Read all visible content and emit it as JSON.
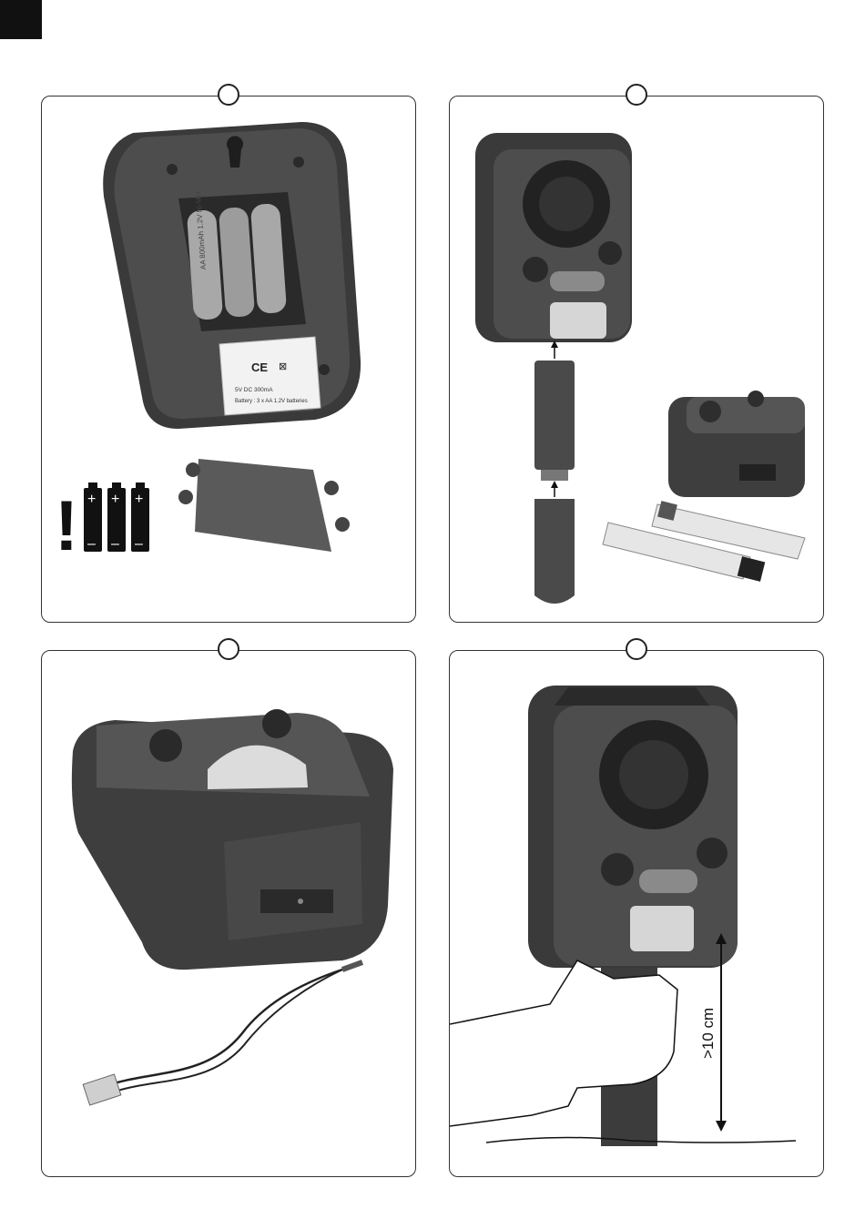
{
  "panels": [
    {
      "id": "battery-compartment"
    },
    {
      "id": "solar-battery-pack"
    },
    {
      "id": "usb-charging"
    },
    {
      "id": "ground-stake-mounting"
    }
  ],
  "device_label": {
    "ce_mark": "CE",
    "power_rating": "5V DC 300mA",
    "battery_spec": "Battery : 3 x AA 1.2V batteries"
  },
  "battery_text": "AA 800mAh 1.2V Ni-MH",
  "battery_warning": "!",
  "battery_plus": "+",
  "battery_minus": "–",
  "measurement": ">10 cm",
  "colors": {
    "device": "#4a4a4a",
    "device_dark": "#2e2e2e",
    "device_light": "#6a6a6a",
    "battery": "#9a9a9a",
    "label_bg": "#f2f2f2"
  }
}
